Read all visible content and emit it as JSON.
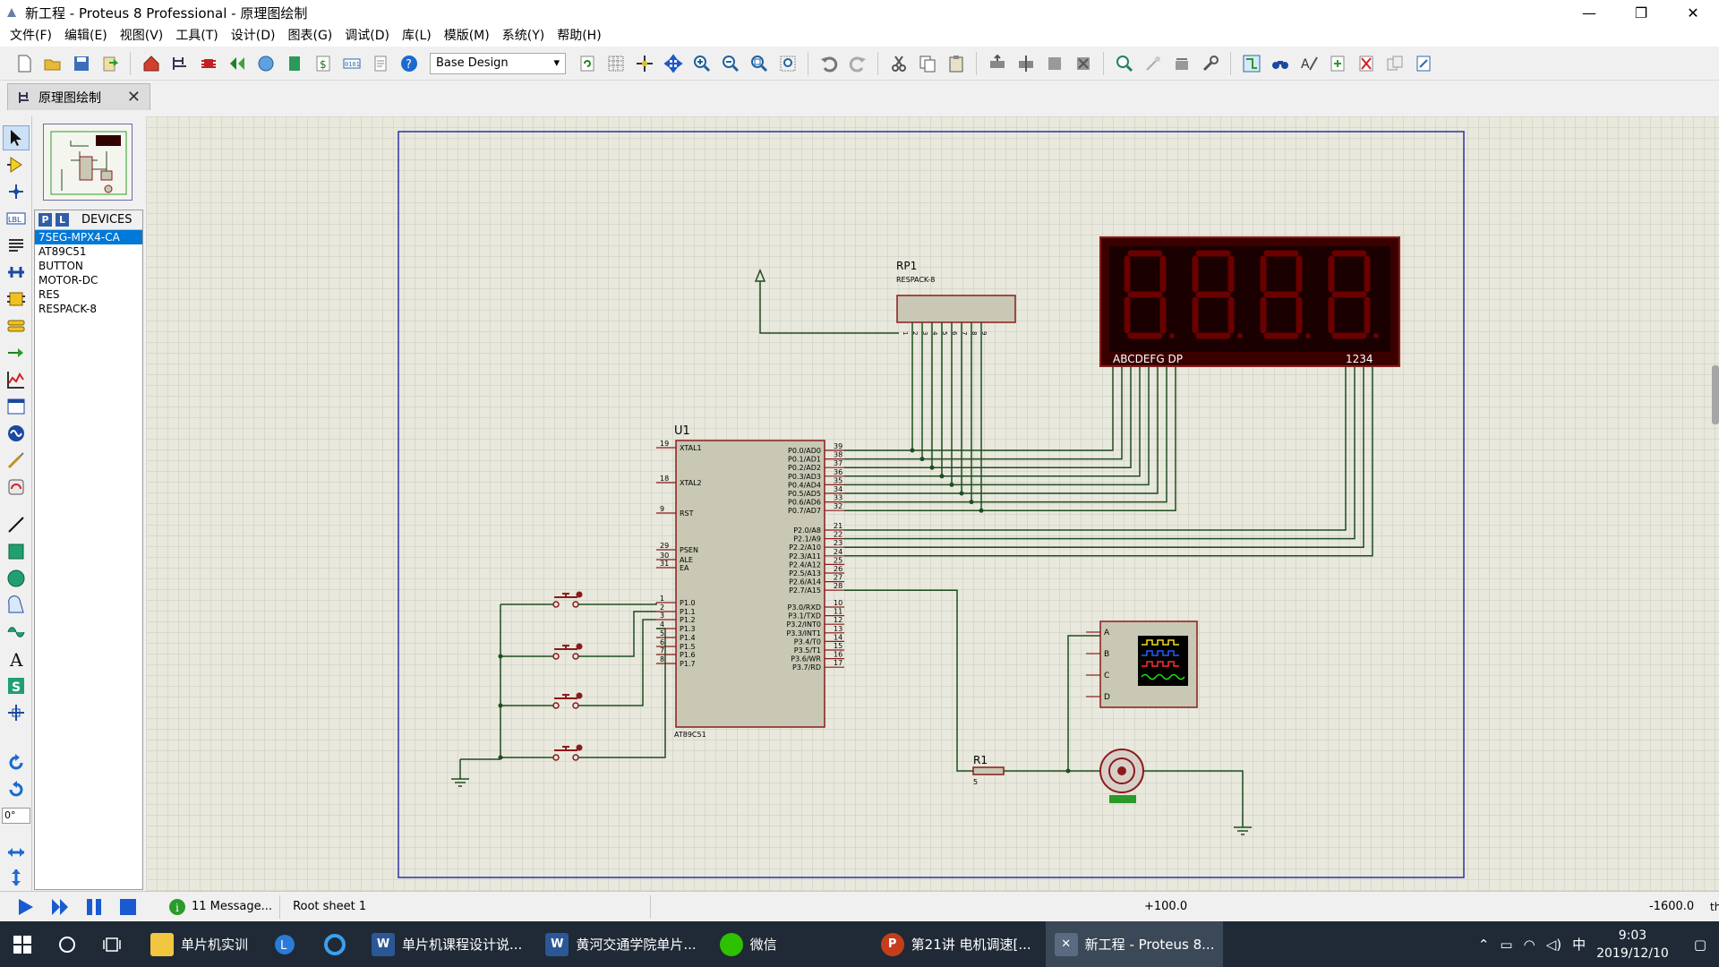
{
  "window": {
    "title": "新工程 - Proteus 8 Professional - 原理图绘制",
    "minimize": "—",
    "restore": "❐",
    "close": "✕"
  },
  "menu": [
    "文件(F)",
    "编辑(E)",
    "视图(V)",
    "工具(T)",
    "设计(D)",
    "图表(G)",
    "调试(D)",
    "库(L)",
    "模版(M)",
    "系统(Y)",
    "帮助(H)"
  ],
  "toolbar": {
    "design_select": "Base Design"
  },
  "tab": {
    "label": "原理图绘制",
    "close": "✕"
  },
  "devices": {
    "p_button": "P",
    "l_button": "L",
    "title": "DEVICES",
    "items": [
      "7SEG-MPX4-CA",
      "AT89C51",
      "BUTTON",
      "MOTOR-DC",
      "RES",
      "RESPACK-8"
    ],
    "selected": "7SEG-MPX4-CA"
  },
  "rotation": "0°",
  "schematic": {
    "u1_ref": "U1",
    "u1_part": "AT89C51",
    "u1_left_pins": [
      {
        "num": "19",
        "name": "XTAL1"
      },
      {
        "num": "18",
        "name": "XTAL2"
      },
      {
        "num": "9",
        "name": "RST"
      },
      {
        "num": "29",
        "name": "PSEN"
      },
      {
        "num": "30",
        "name": "ALE"
      },
      {
        "num": "31",
        "name": "EA"
      },
      {
        "num": "1",
        "name": "P1.0"
      },
      {
        "num": "2",
        "name": "P1.1"
      },
      {
        "num": "3",
        "name": "P1.2"
      },
      {
        "num": "4",
        "name": "P1.3"
      },
      {
        "num": "5",
        "name": "P1.4"
      },
      {
        "num": "6",
        "name": "P1.5"
      },
      {
        "num": "7",
        "name": "P1.6"
      },
      {
        "num": "8",
        "name": "P1.7"
      }
    ],
    "u1_right_pins": [
      {
        "num": "39",
        "name": "P0.0/AD0"
      },
      {
        "num": "38",
        "name": "P0.1/AD1"
      },
      {
        "num": "37",
        "name": "P0.2/AD2"
      },
      {
        "num": "36",
        "name": "P0.3/AD3"
      },
      {
        "num": "35",
        "name": "P0.4/AD4"
      },
      {
        "num": "34",
        "name": "P0.5/AD5"
      },
      {
        "num": "33",
        "name": "P0.6/AD6"
      },
      {
        "num": "32",
        "name": "P0.7/AD7"
      },
      {
        "num": "21",
        "name": "P2.0/A8"
      },
      {
        "num": "22",
        "name": "P2.1/A9"
      },
      {
        "num": "23",
        "name": "P2.2/A10"
      },
      {
        "num": "24",
        "name": "P2.3/A11"
      },
      {
        "num": "25",
        "name": "P2.4/A12"
      },
      {
        "num": "26",
        "name": "P2.5/A13"
      },
      {
        "num": "27",
        "name": "P2.6/A14"
      },
      {
        "num": "28",
        "name": "P2.7/A15"
      },
      {
        "num": "10",
        "name": "P3.0/RXD"
      },
      {
        "num": "11",
        "name": "P3.1/TXD"
      },
      {
        "num": "12",
        "name": "P3.2/INT0"
      },
      {
        "num": "13",
        "name": "P3.3/INT1"
      },
      {
        "num": "14",
        "name": "P3.4/T0"
      },
      {
        "num": "15",
        "name": "P3.5/T1"
      },
      {
        "num": "16",
        "name": "P3.6/WR"
      },
      {
        "num": "17",
        "name": "P3.7/RD"
      }
    ],
    "rp1_ref": "RP1",
    "rp1_part": "RESPACK-8",
    "rp1_pins": [
      "1",
      "2",
      "3",
      "4",
      "5",
      "6",
      "7",
      "8",
      "9"
    ],
    "seg_label_left": "ABCDEFG DP",
    "seg_label_right": "1234",
    "r1_ref": "R1",
    "r1_value": "5",
    "scope_channels": [
      "A",
      "B",
      "C",
      "D"
    ]
  },
  "status": {
    "messages": "11 Message...",
    "sheet": "Root sheet 1",
    "x": "+100.0",
    "y": "-1600.0",
    "tail": "th"
  },
  "taskbar": {
    "apps": [
      {
        "label": "单片机实训",
        "color": "#f3c63f"
      },
      {
        "label": "单片机课程设计说...",
        "color": "#2b5797"
      },
      {
        "label": "黄河交通学院单片...",
        "color": "#2b5797"
      },
      {
        "label": "微信",
        "color": "#2dc100"
      },
      {
        "label": "第21讲 电机调速[...",
        "color": "#c43e1c"
      },
      {
        "label": "新工程 - Proteus 8...",
        "color": "#3b4857"
      }
    ],
    "ime": "中",
    "time": "9:03",
    "date": "2019/12/10"
  },
  "colors": {
    "wire": "#1e4d1e",
    "component_outline": "#8b1a1a",
    "component_fill": "#c8c8b4",
    "sheet_border": "#3030a0",
    "seg_display_bg": "#3a0000",
    "seg_digit": "#6a0000",
    "accent": "#0078d7"
  }
}
